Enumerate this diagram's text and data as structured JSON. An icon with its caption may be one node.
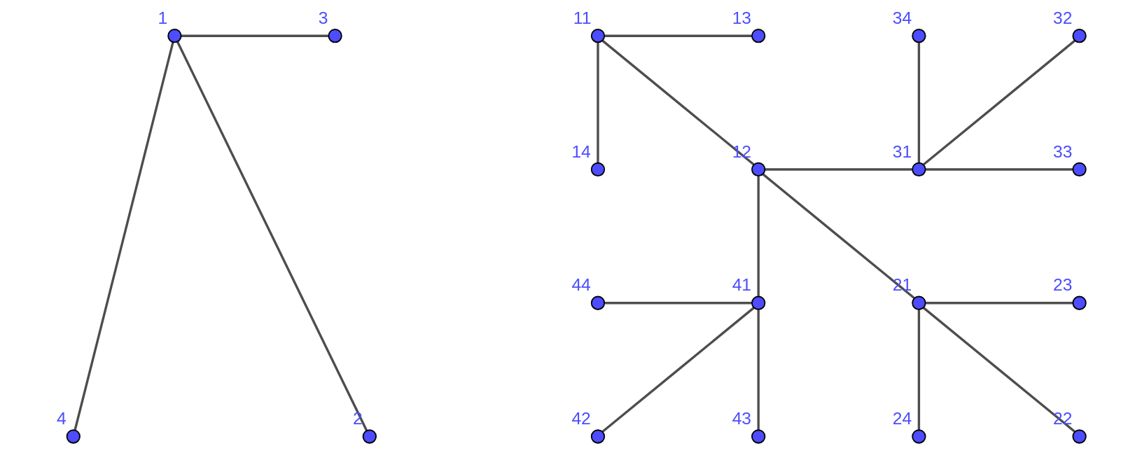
{
  "diagram": {
    "nodes": [
      {
        "text": [],
        "shape": "circle",
        "beside": [
          "1"
        ]
      },
      {
        "text": [],
        "shape": "circle",
        "beside": [
          "3"
        ]
      },
      {
        "text": [],
        "shape": "circle",
        "beside": [
          "11"
        ]
      },
      {
        "text": [],
        "shape": "circle",
        "beside": [
          "13"
        ]
      },
      {
        "text": [],
        "shape": "circle",
        "beside": [
          "34"
        ]
      },
      {
        "text": [],
        "shape": "circle",
        "beside": [
          "32"
        ]
      },
      {
        "text": [],
        "shape": "circle",
        "beside": [
          "14"
        ]
      },
      {
        "text": [],
        "shape": "circle",
        "beside": [
          "12"
        ]
      },
      {
        "text": [],
        "shape": "circle",
        "beside": [
          "31"
        ]
      },
      {
        "text": [],
        "shape": "circle",
        "beside": [
          "33"
        ]
      },
      {
        "text": [],
        "shape": "circle",
        "beside": [
          "44"
        ]
      },
      {
        "text": [],
        "shape": "circle",
        "beside": [
          "41"
        ]
      },
      {
        "text": [],
        "shape": "circle",
        "beside": [
          "21"
        ]
      },
      {
        "text": [],
        "shape": "circle",
        "beside": [
          "23"
        ]
      },
      {
        "text": [],
        "shape": "circle",
        "beside": [
          "4"
        ]
      },
      {
        "text": [],
        "shape": "circle",
        "beside": [
          "2"
        ]
      },
      {
        "text": [],
        "shape": "circle",
        "beside": [
          "42"
        ]
      },
      {
        "text": [],
        "shape": "circle",
        "beside": [
          "43"
        ]
      },
      {
        "text": [],
        "shape": "circle",
        "beside": [
          "24"
        ]
      },
      {
        "text": [],
        "shape": "circle",
        "beside": [
          "22"
        ]
      }
    ],
    "edges": [
      {
        "from": 0,
        "to": 1,
        "arrow": "none"
      },
      {
        "from": 0,
        "to": 14,
        "arrow": "none"
      },
      {
        "from": 0,
        "to": 15,
        "arrow": "none"
      },
      {
        "from": 2,
        "to": 3,
        "arrow": "none"
      },
      {
        "from": 2,
        "to": 6,
        "arrow": "none"
      },
      {
        "from": 2,
        "to": 7,
        "arrow": "none"
      },
      {
        "from": 4,
        "to": 8,
        "arrow": "none"
      },
      {
        "from": 5,
        "to": 8,
        "arrow": "none"
      },
      {
        "from": 7,
        "to": 8,
        "arrow": "none"
      },
      {
        "from": 8,
        "to": 9,
        "arrow": "none"
      },
      {
        "from": 7,
        "to": 11,
        "arrow": "none"
      },
      {
        "from": 7,
        "to": 12,
        "arrow": "none"
      },
      {
        "from": 10,
        "to": 11,
        "arrow": "none"
      },
      {
        "from": 11,
        "to": 16,
        "arrow": "none"
      },
      {
        "from": 11,
        "to": 17,
        "arrow": "none"
      },
      {
        "from": 12,
        "to": 13,
        "arrow": "none"
      },
      {
        "from": 12,
        "to": 18,
        "arrow": "none"
      },
      {
        "from": 12,
        "to": 19,
        "arrow": "none"
      }
    ]
  }
}
